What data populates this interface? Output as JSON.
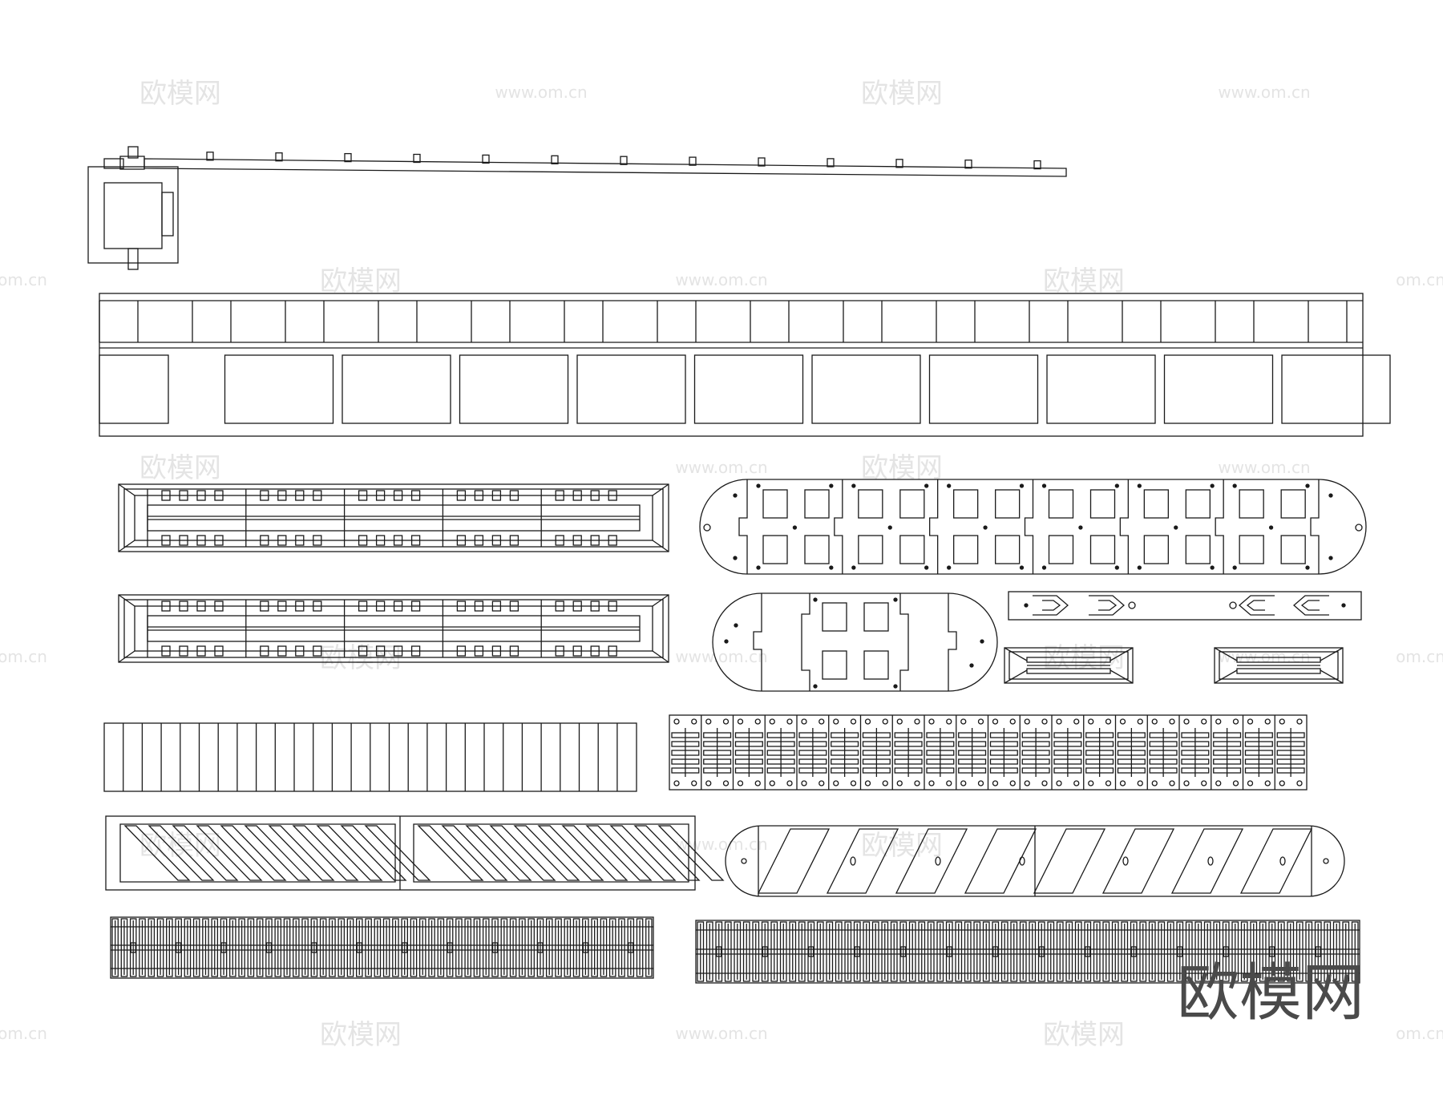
{
  "drawing": {
    "stroke_color": "#1a1a1a",
    "background": "#ffffff",
    "watermark_color": "#e4e4e4",
    "watermark_big_color": "#4a4a4a"
  },
  "watermarks": {
    "brand": "欧模网",
    "url": "www.om.cn",
    "url_short": "om.cn",
    "corner": "欧模网"
  }
}
